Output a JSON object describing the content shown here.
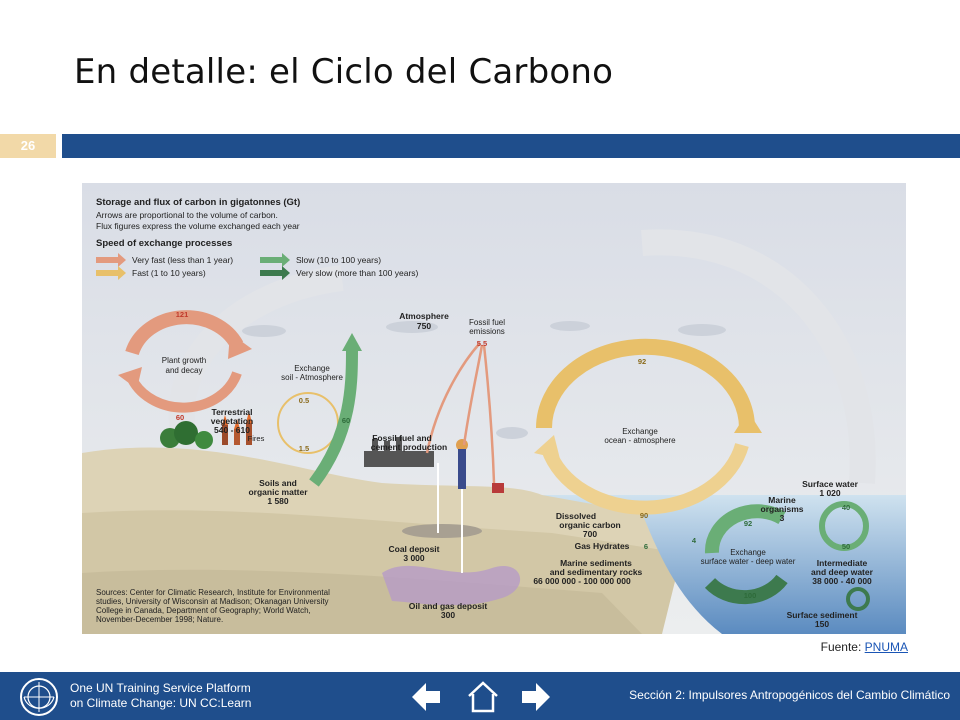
{
  "slide": {
    "title": "En detalle: el Ciclo del Carbono",
    "number": "26",
    "source_label": "Fuente:",
    "source_link": "PNUMA"
  },
  "diagram": {
    "header": {
      "title": "Storage and flux of carbon in gigatonnes (Gt)",
      "line1": "Arrows are proportional to the volume of carbon.",
      "line2": "Flux figures express the volume exchanged each year",
      "speed_title": "Speed of exchange processes",
      "very_fast": "Very fast (less than 1 year)",
      "fast": "Fast (1 to 10 years)",
      "slow": "Slow (10 to 100 years)",
      "very_slow": "Very slow (more than 100 years)"
    },
    "labels": {
      "atmosphere": "Atmosphere",
      "atmosphere_val": "750",
      "fossil_emissions_1": "Fossil fuel",
      "fossil_emissions_2": "emissions",
      "fossil_emissions_val": "5.5",
      "plant_growth_1": "Plant growth",
      "plant_growth_2": "and decay",
      "plant_top_val": "121",
      "plant_bottom_val": "60",
      "exchange_soil_1": "Exchange",
      "exchange_soil_2": "soil - Atmosphere",
      "soil_top_val": "0.5",
      "soil_bottom_val": "1.5",
      "soil_green_val": "60",
      "terrestrial_1": "Terrestrial",
      "terrestrial_2": "vegetation",
      "terrestrial_val": "540 - 610",
      "fires": "Fires",
      "soils_1": "Soils and",
      "soils_2": "organic matter",
      "soils_val": "1 580",
      "fossil_cement_1": "Fossil fuel and",
      "fossil_cement_2": "cement production",
      "coal_1": "Coal deposit",
      "coal_val": "3 000",
      "oil_1": "Oil and gas deposit",
      "oil_val": "300",
      "ocean_top_val": "92",
      "ocean_bottom_val": "90",
      "exchange_ocean_1": "Exchange",
      "exchange_ocean_2": "ocean - atmosphere",
      "dissolved_1": "Dissolved",
      "dissolved_2": "organic carbon",
      "dissolved_val": "700",
      "gas_hydrates": "Gas Hydrates",
      "gas_hydrates_val": "6",
      "marine_sed_1": "Marine sediments",
      "marine_sed_2": "and sedimentary rocks",
      "marine_sed_val": "66 000 000 - 100 000 000",
      "marine_org_1": "Marine",
      "marine_org_2": "organisms",
      "marine_org_val": "3",
      "surface_water_1": "Surface water",
      "surface_water_val": "1 020",
      "sw_top_val": "40",
      "sw_bottom_val": "50",
      "deep_top_val": "92",
      "deep_left_val": "4",
      "deep_bottom_val": "100",
      "exchange_deep_1": "Exchange",
      "exchange_deep_2": "surface water - deep water",
      "intermediate_1": "Intermediate",
      "intermediate_2": "and deep water",
      "intermediate_val": "38 000 - 40 000",
      "surface_sed_1": "Surface sediment",
      "surface_sed_val": "150"
    },
    "sources": [
      "Sources: Center for Climatic Research, Institute for Environmental",
      "studies, University of Wisconsin at Madison; Okanagan University",
      "College in Canada, Department of Geography; World Watch,",
      "November-December 1998; Nature."
    ],
    "colors": {
      "very_fast": "#e39a7e",
      "fast": "#e8c06a",
      "slow": "#6aae76",
      "very_slow": "#3d7a4e"
    }
  },
  "footer": {
    "org_line1": "One UN Training Service Platform",
    "org_line2": "on Climate Change: UN CC:Learn",
    "section": "Sección 2: Impulsores Antropogénicos del Cambio Climático"
  }
}
